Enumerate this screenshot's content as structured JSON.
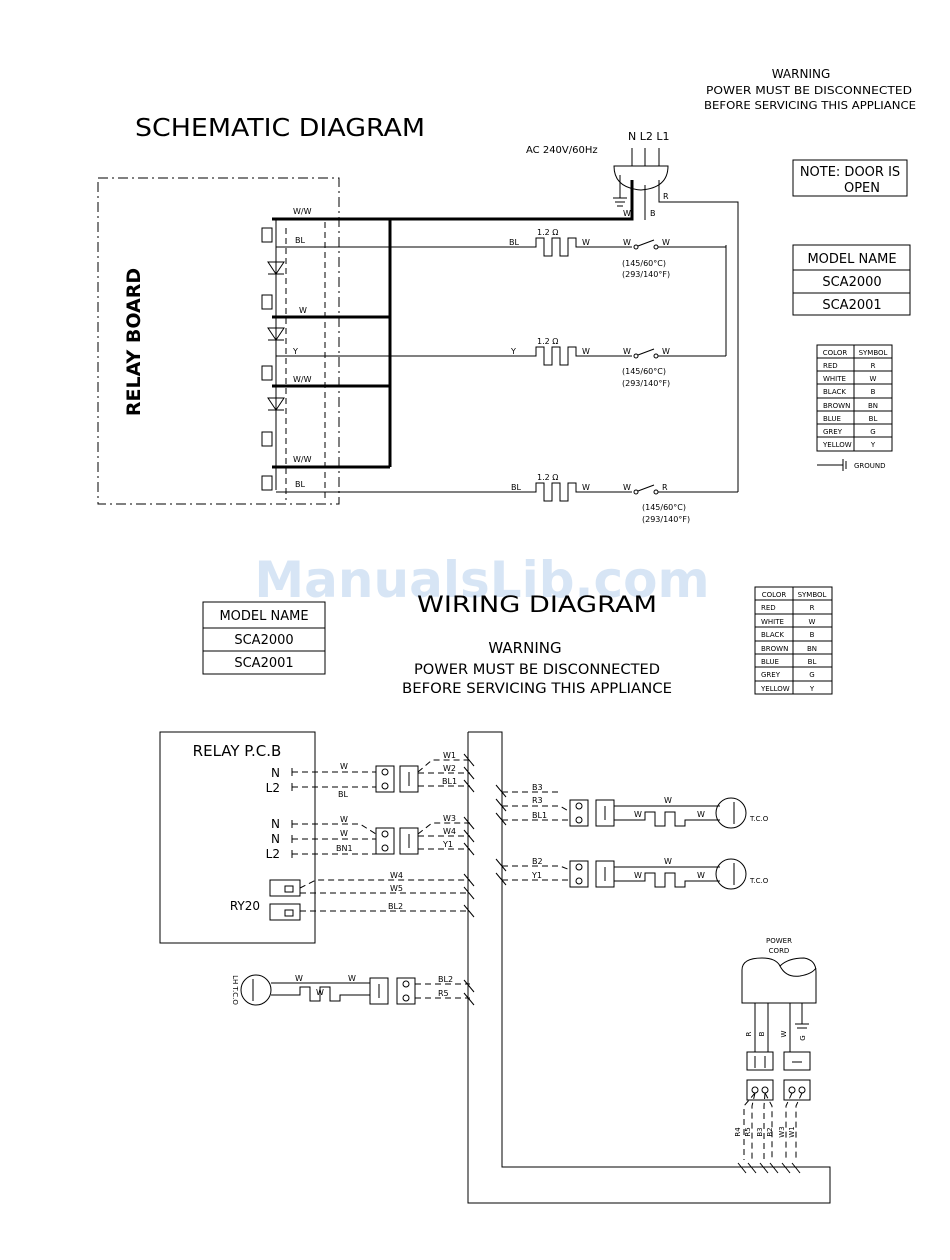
{
  "schematic": {
    "title": "SCHEMATIC DIAGRAM",
    "warning": {
      "line1": "WARNING",
      "line2": "POWER MUST BE DISCONNECTED",
      "line3": "BEFORE SERVICING THIS APPLIANCE"
    },
    "supply": "AC 240V/60Hz",
    "plug_pins": "N L2 L1",
    "note": {
      "line1": "NOTE: DOOR IS",
      "line2": "OPEN"
    },
    "relay_board": "RELAY BOARD",
    "heater_value": "1.2 Ω",
    "tco_c": "(145/60°C)",
    "tco_f": "(293/140°F)",
    "wire_labels": {
      "ww": "W/W",
      "bl": "BL",
      "w": "W",
      "y": "Y",
      "r": "R",
      "b": "B"
    },
    "ground_label": "GROUND"
  },
  "model_table": {
    "header": "MODEL NAME",
    "rows": [
      "SCA2000",
      "SCA2001"
    ]
  },
  "color_table": {
    "headers": [
      "COLOR",
      "SYMBOL"
    ],
    "rows": [
      [
        "RED",
        "R"
      ],
      [
        "WHITE",
        "W"
      ],
      [
        "BLACK",
        "B"
      ],
      [
        "BROWN",
        "BN"
      ],
      [
        "BLUE",
        "BL"
      ],
      [
        "GREY",
        "G"
      ],
      [
        "YELLOW",
        "Y"
      ]
    ]
  },
  "watermark": "ManualsLib.com",
  "wiring": {
    "title": "WIRING DIAGRAM",
    "warning": {
      "line1": "WARNING",
      "line2": "POWER MUST BE DISCONNECTED",
      "line3": "BEFORE SERVICING THIS APPLIANCE"
    },
    "relay_pcb": "RELAY P.C.B",
    "terminals": {
      "n": "N",
      "l2": "L2",
      "ry20": "RY20"
    },
    "wire_labels": {
      "w": "W",
      "bl": "BL",
      "bn1": "BN1",
      "w1": "W1",
      "w2": "W2",
      "bl1": "BL1",
      "w3": "W3",
      "w4": "W4",
      "y1": "Y1",
      "w5": "W5",
      "bl2": "BL2",
      "b3": "B3",
      "r3": "R3",
      "b2": "B2",
      "r5": "R5",
      "r4": "R4",
      "r": "R",
      "b": "B",
      "g": "G"
    },
    "tco": "T.C.O",
    "lh_tco": "LH T.C.O",
    "power_cord": {
      "line1": "POWER",
      "line2": "CORD"
    }
  }
}
